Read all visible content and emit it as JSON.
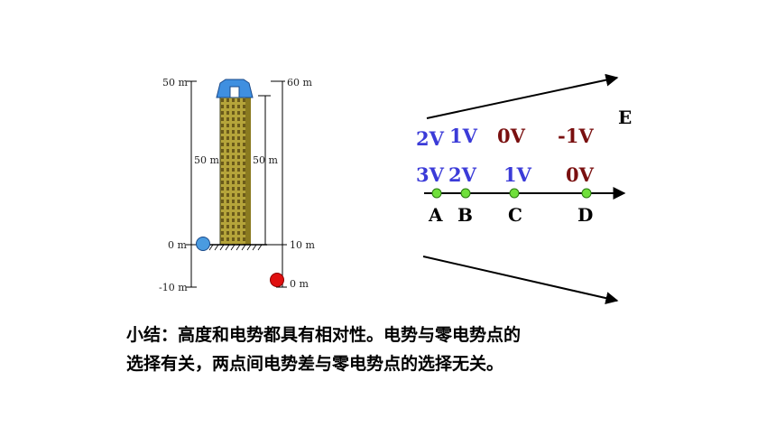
{
  "building": {
    "left_labels": [
      "50 m",
      "50 m",
      "0 m",
      "-10 m"
    ],
    "right_labels": [
      "60 m",
      "50 m",
      "10 m",
      "0 m"
    ]
  },
  "field": {
    "label": "E",
    "row1": [
      "2V",
      "1V",
      "0V",
      "-1V"
    ],
    "row2": [
      "3V",
      "2V",
      "1V",
      "0V"
    ],
    "points": [
      "A",
      "B",
      "C",
      "D"
    ]
  },
  "summary": {
    "line1": "小结：高度和电势都具有相对性。电势与零电势点的",
    "line2": "选择有关，两点间电势差与零电势点的选择无关。"
  },
  "colors": {
    "blue": "#3b3bd8",
    "darkred": "#7a1010",
    "green": "#6fe03a",
    "building": "#b0a23a",
    "roof": "#3f8fe0",
    "ball_blue": "#4a9be0",
    "ball_red": "#e01010"
  }
}
